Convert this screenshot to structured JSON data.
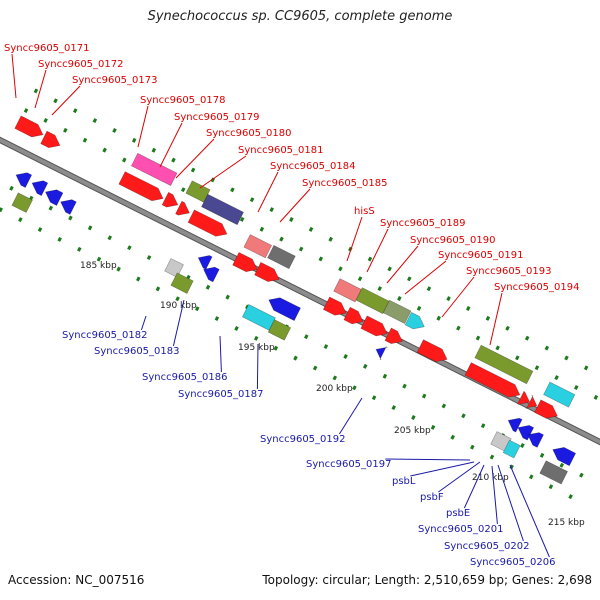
{
  "title": "Synechococcus sp. CC9605, complete genome",
  "footer": {
    "accession": "Accession: NC_007516",
    "topology": "Topology: circular; Length: 2,510,659 bp; Genes: 2,698"
  },
  "colors": {
    "top_label": "#dd0000",
    "bottom_label": "#1a1aaa",
    "backbone": "#8c8c8c",
    "tick": "#1d7a1d"
  },
  "scale_labels": [
    "185 kbp",
    "190 kbp",
    "195 kbp",
    "200 kbp",
    "205 kbp",
    "210 kbp",
    "215 kbp"
  ],
  "top_gene_labels": [
    "Syncc9605_0171",
    "Syncc9605_0172",
    "Syncc9605_0173",
    "Syncc9605_0178",
    "Syncc9605_0179",
    "Syncc9605_0180",
    "Syncc9605_0181",
    "Syncc9605_0184",
    "Syncc9605_0185",
    "hisS",
    "Syncc9605_0189",
    "Syncc9605_0190",
    "Syncc9605_0191",
    "Syncc9605_0193",
    "Syncc9605_0194"
  ],
  "bottom_gene_labels": [
    "Syncc9605_0182",
    "Syncc9605_0183",
    "Syncc9605_0186",
    "Syncc9605_0187",
    "Syncc9605_0192",
    "Syncc9605_0197",
    "psbL",
    "psbF",
    "psbE",
    "Syncc9605_0201",
    "Syncc9605_0202",
    "Syncc9605_0206"
  ]
}
